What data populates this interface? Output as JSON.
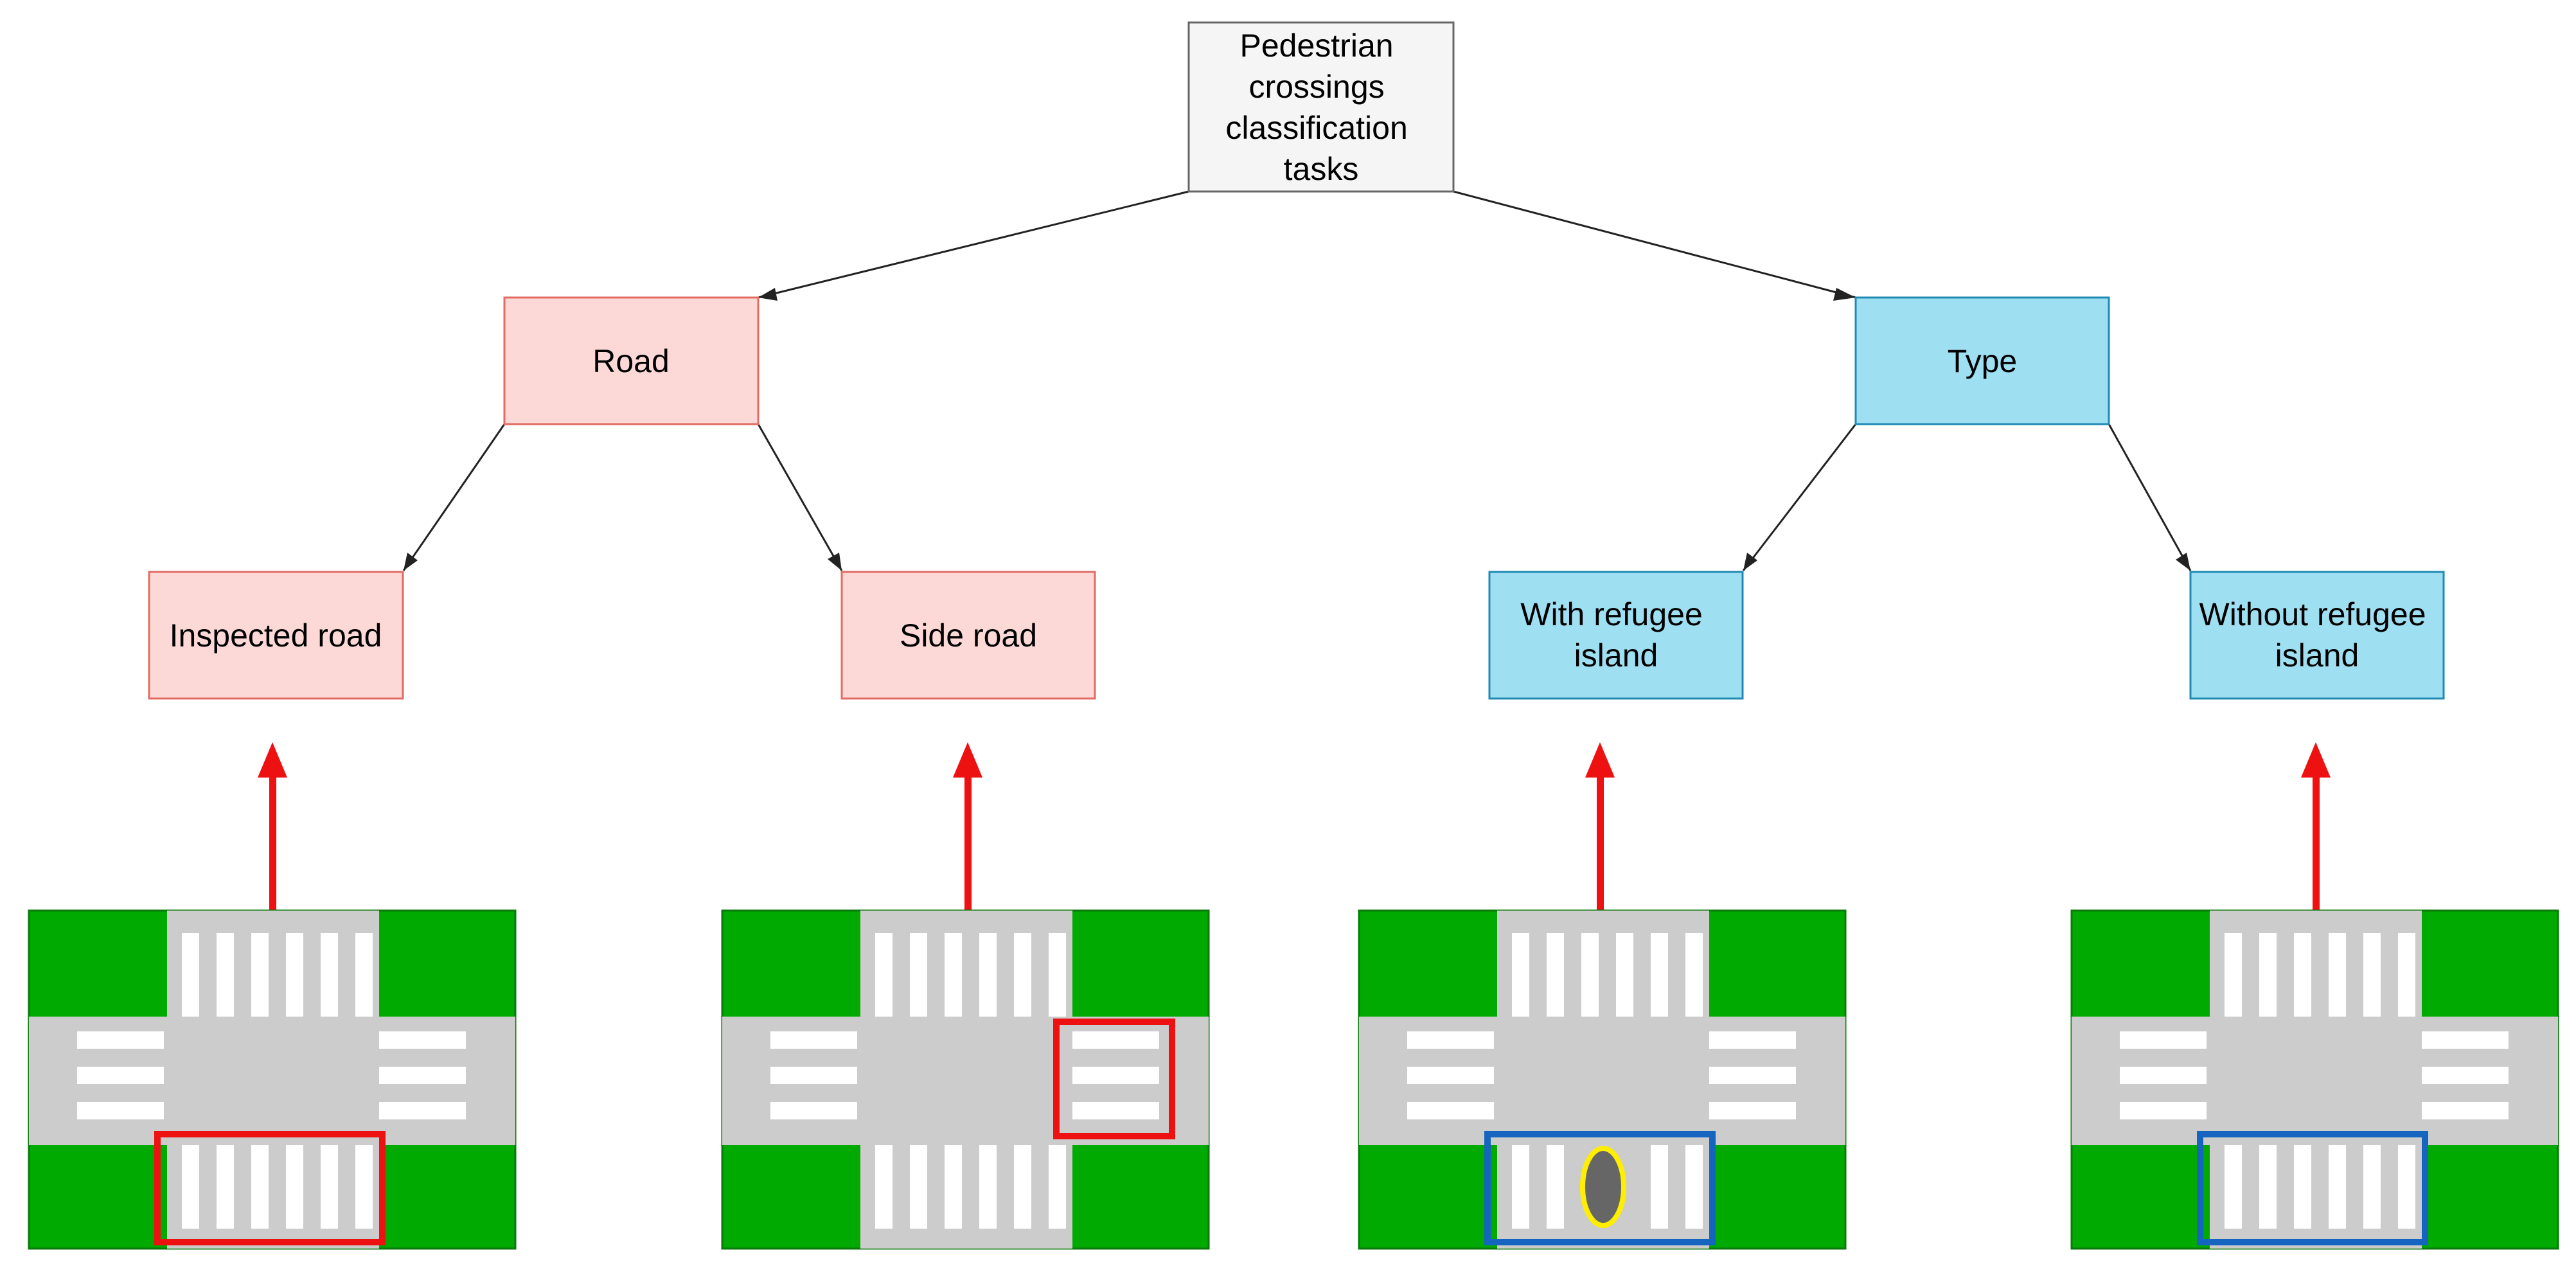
{
  "root": {
    "label_lines": [
      "Pedestrian",
      "crossings",
      "classification",
      "tasks"
    ]
  },
  "categories": [
    {
      "label_lines": [
        "Road"
      ]
    },
    {
      "label_lines": [
        "Type"
      ]
    }
  ],
  "leaves": [
    {
      "label_lines": [
        "Inspected road"
      ]
    },
    {
      "label_lines": [
        "Side road"
      ]
    },
    {
      "label_lines": [
        "With refugee",
        "island"
      ]
    },
    {
      "label_lines": [
        "Without refugee",
        "island"
      ]
    }
  ],
  "colors": {
    "root_fill": "#f5f5f5",
    "root_stroke": "#666666",
    "road_fill": "#fcd9d6",
    "road_stroke": "#e06c64",
    "type_fill": "#9fdff2",
    "type_stroke": "#1f8bb3",
    "grass": "#00aa00",
    "asphalt": "#cccccc",
    "stripe": "#ffffff",
    "red_highlight": "#ee1111",
    "blue_highlight": "#1565c0",
    "island_fill": "#666666",
    "island_stroke": "#ffee00",
    "connector": "#222222"
  },
  "icons": {
    "intersection_1": "intersection-with-inspected-road-highlight",
    "intersection_2": "intersection-with-side-road-highlight",
    "intersection_3": "intersection-with-refugee-island-highlight",
    "intersection_4": "intersection-without-refugee-island-highlight"
  }
}
